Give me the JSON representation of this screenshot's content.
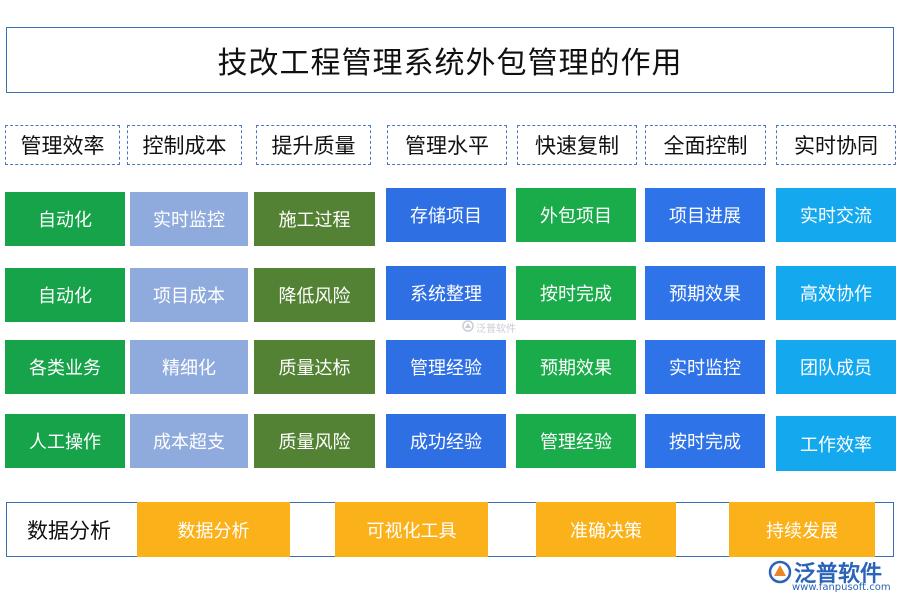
{
  "title": "技改工程管理系统外包管理的作用",
  "columns": [
    {
      "header": "管理效率",
      "color": "#17a34a",
      "items": [
        "自动化",
        "自动化",
        "各类业务",
        "人工操作"
      ]
    },
    {
      "header": "控制成本",
      "color": "#8faadc",
      "items": [
        "实时监控",
        "项目成本",
        "精细化",
        "成本超支"
      ]
    },
    {
      "header": "提升质量",
      "color": "#548235",
      "items": [
        "施工过程",
        "降低风险",
        "质量达标",
        "质量风险"
      ]
    },
    {
      "header": "管理水平",
      "color": "#2f6fe4",
      "items": [
        "存储项目",
        "系统整理",
        "管理经验",
        "成功经验"
      ]
    },
    {
      "header": "快速复制",
      "color": "#1aab4a",
      "items": [
        "外包项目",
        "按时完成",
        "预期效果",
        "管理经验"
      ]
    },
    {
      "header": "全面控制",
      "color": "#2e73e8",
      "items": [
        "项目进展",
        "预期效果",
        "实时监控",
        "按时完成"
      ]
    },
    {
      "header": "实时协同",
      "color": "#14a8ee",
      "items": [
        "实时交流",
        "高效协作",
        "团队成员",
        "工作效率"
      ]
    }
  ],
  "bottom": {
    "label": "数据分析",
    "items": [
      "数据分析",
      "可视化工具",
      "准确决策",
      "持续发展"
    ],
    "color": "#fbb11a"
  },
  "watermark": "泛普软件",
  "logo": {
    "text": "泛普软件",
    "url": "www.fanpusoft.com"
  }
}
